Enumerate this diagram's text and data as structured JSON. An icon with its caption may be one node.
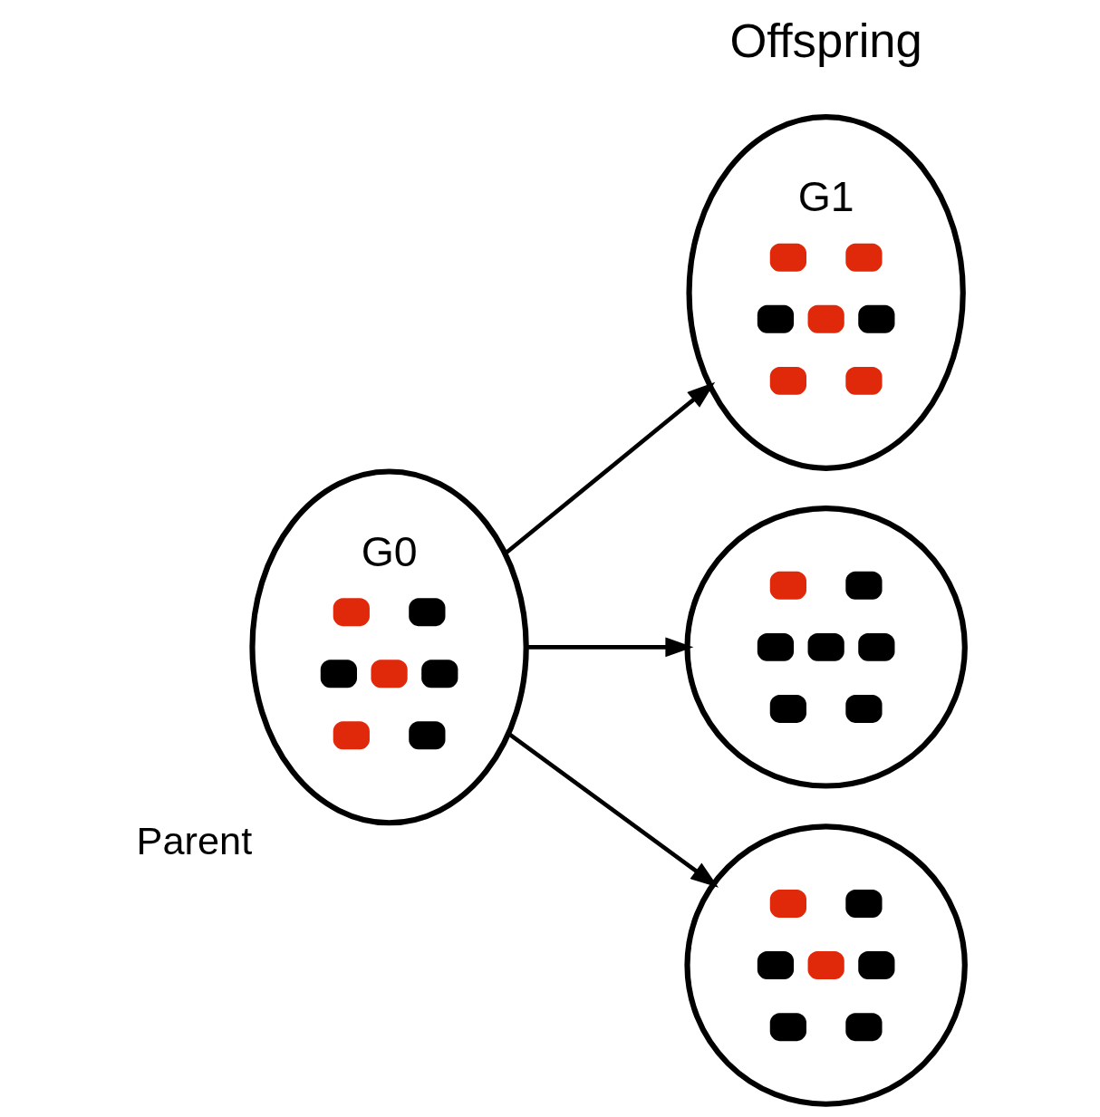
{
  "diagram": {
    "nodes": [
      {
        "text": [
          "G0"
        ],
        "beside": [
          "Parent"
        ]
      },
      {
        "text": [
          "G1"
        ]
      },
      {
        "text": [],
        "shape": "circle"
      },
      {
        "text": [],
        "shape": "circle"
      }
    ],
    "edges": [
      {
        "from": 0,
        "to": 1,
        "arrow": "to"
      },
      {
        "from": 0,
        "to": 2,
        "arrow": "to"
      },
      {
        "from": 0,
        "to": 3,
        "arrow": "to"
      }
    ],
    "labels": [
      "Offspring"
    ]
  }
}
